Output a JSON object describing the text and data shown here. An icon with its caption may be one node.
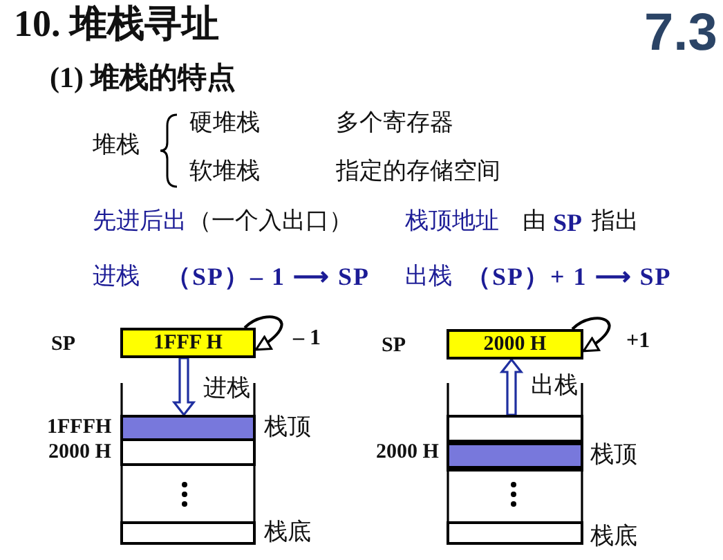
{
  "diagram": {
    "title": "10. 堆栈寻址",
    "nodes": [
      {
        "text": [
          "1FFF H"
        ],
        "beside": [
          "SP"
        ]
      },
      {
        "text": [],
        "shape": "box",
        "beside": [
          "1FFFH",
          "栈顶"
        ]
      },
      {
        "text": [],
        "shape": "box",
        "beside": [
          "2000 H"
        ]
      },
      {
        "text": [],
        "shape": "box",
        "beside": [
          "栈底"
        ]
      },
      {
        "text": [
          "2000 H"
        ],
        "beside": [
          "SP"
        ]
      },
      {
        "text": [],
        "shape": "box"
      },
      {
        "text": [],
        "shape": "box",
        "beside": [
          "2000 H",
          "栈顶"
        ]
      },
      {
        "text": [],
        "shape": "box",
        "beside": [
          "栈底"
        ]
      }
    ],
    "edges": [
      {
        "from": 0,
        "to": 0,
        "arrow": "to",
        "label": "– 1"
      },
      {
        "from": 0,
        "to": 1,
        "arrow": "to",
        "label": "进栈",
        "color": "#1f2fa0"
      },
      {
        "from": 4,
        "to": 4,
        "arrow": "to",
        "label": "+1"
      },
      {
        "from": 5,
        "to": 4,
        "arrow": "to",
        "label": "出栈",
        "color": "#1f2fa0"
      }
    ],
    "labels": [
      "7.3",
      "(1) 堆栈的特点",
      "堆栈",
      "硬堆栈",
      "多个寄存器",
      "软堆栈",
      "指定的存储空间",
      "先进后出",
      "（一个入出口）",
      "栈顶地址",
      "由",
      "SP",
      "指出",
      "进栈",
      "（SP）– 1 ⟶ SP",
      "出栈",
      "（SP）+ 1 ⟶ SP"
    ]
  }
}
